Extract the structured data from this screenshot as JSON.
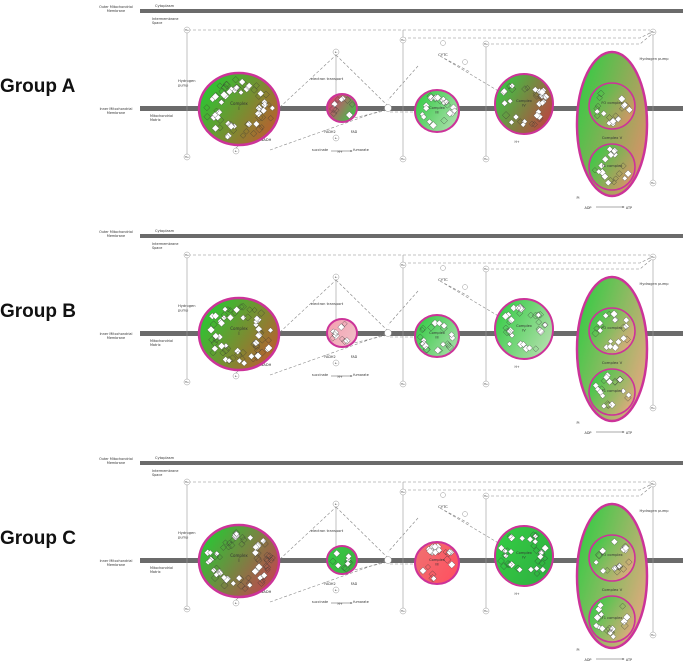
{
  "labels": {
    "outer_membrane": [
      "Outer Mitochondrial",
      "Membrane"
    ],
    "cytoplasm": "Cytoplasm",
    "intermembrane": [
      "Intermembrane",
      "Space"
    ],
    "inner_membrane": [
      "Inner Mitochondrial",
      "Membrane"
    ],
    "matrix": [
      "Mitochondrial",
      "Matrix"
    ],
    "hydrogen_pump_left": [
      "Hydrogen",
      "pump"
    ],
    "hydrogen_pump_right": "Hydrogen pump",
    "electron_transport": "electron transport",
    "cyt_c": "CYTC",
    "complex_1": [
      "Complex",
      "I"
    ],
    "complex_3": [
      "Complex",
      "III"
    ],
    "complex_4": [
      "Complex",
      "IV"
    ],
    "complex_5": "Complex V",
    "fo_complex": "FO complex",
    "f1_complex": "F1 complex",
    "nad": "NAD+",
    "nadh": "NADH",
    "fadh2": "FADH2",
    "fad": "FAD",
    "succinate": "succinate",
    "fumarate": "fumarate",
    "o2": "O2",
    "h2o": "H2O",
    "adp": "ADP",
    "atp": "ATP",
    "pi": "Pi",
    "h_plus": "H+",
    "e_minus": "e-"
  },
  "groups": [
    {
      "name": "Group A",
      "colors": {
        "c1a": "#22cc33",
        "c1b": "#c05a30",
        "c2a": "#ee3377",
        "c2b": "#33cc44",
        "c3a": "#33cc44",
        "c3b": "#b0e0b0",
        "c4a": "#33cc44",
        "c4b": "#c04040",
        "c5a": "#33cc44",
        "c5b": "#e0906a"
      }
    },
    {
      "name": "Group B",
      "colors": {
        "c1a": "#22cc33",
        "c1b": "#c05a30",
        "c2a": "#f4a0b0",
        "c2b": "#f0c0c8",
        "c3a": "#33cc44",
        "c3b": "#a8dca8",
        "c4a": "#33cc44",
        "c4b": "#b8e0b0",
        "c5a": "#33cc44",
        "c5b": "#e8a880"
      }
    },
    {
      "name": "Group C",
      "colors": {
        "c1a": "#22cc33",
        "c1b": "#c84050",
        "c2a": "#33cc44",
        "c2b": "#40b040",
        "c3a": "#f07070",
        "c3b": "#ff5060",
        "c4a": "#33cc44",
        "c4b": "#30b040",
        "c5a": "#33cc44",
        "c5b": "#e8a880"
      }
    }
  ],
  "style": {
    "membrane": "#6b6b6b",
    "rim": "#cc3399",
    "dash": "#888888"
  }
}
